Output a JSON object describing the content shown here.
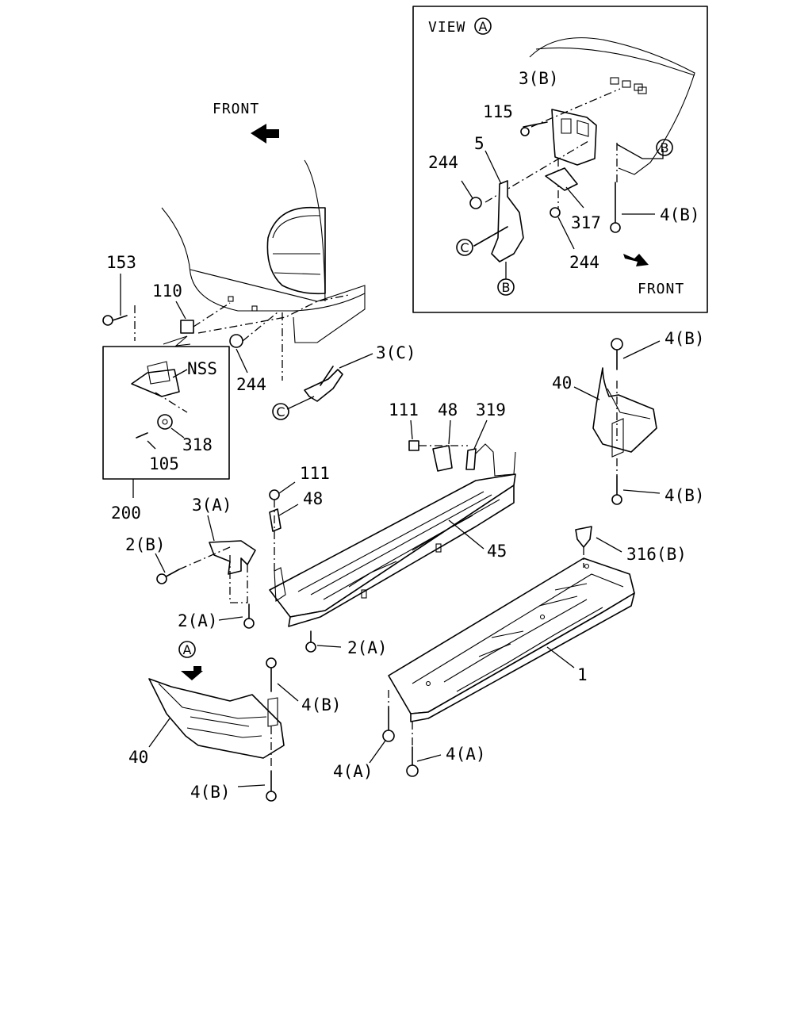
{
  "view_title": "VIEW",
  "view_marker": "A",
  "front_main": "FRONT",
  "front_inset": "FRONT",
  "callouts": {
    "c153": "153",
    "c110": "110",
    "c244_main": "244",
    "c3C": "3(C)",
    "cNSS": "NSS",
    "c318": "318",
    "c105": "105",
    "c200": "200",
    "c111_top": "111",
    "c48_top": "48",
    "c319": "319",
    "c111_mid": "111",
    "c48_mid": "48",
    "c45": "45",
    "c3A": "3(A)",
    "c2B": "2(B)",
    "c2A_left": "2(A)",
    "c2A_mid": "2(A)",
    "c316B": "316(B)",
    "c1": "1",
    "c4B_right_top": "4(B)",
    "c40_right": "40",
    "c4B_right_bottom": "4(B)",
    "c4B_left_top": "4(B)",
    "c40_left": "40",
    "c4B_left_bottom": "4(B)",
    "c4A_left": "4(A)",
    "c4A_right": "4(A)",
    "c3B": "3(B)",
    "c115": "115",
    "c5": "5",
    "c244_inset_left": "244",
    "c4B_inset": "4(B)",
    "c317": "317",
    "c244_inset_bottom": "244"
  },
  "circle_markers": {
    "C_main": "C",
    "B_inset_right": "B",
    "C_inset": "C",
    "B_inset_bottom": "B",
    "A_main": "A"
  }
}
